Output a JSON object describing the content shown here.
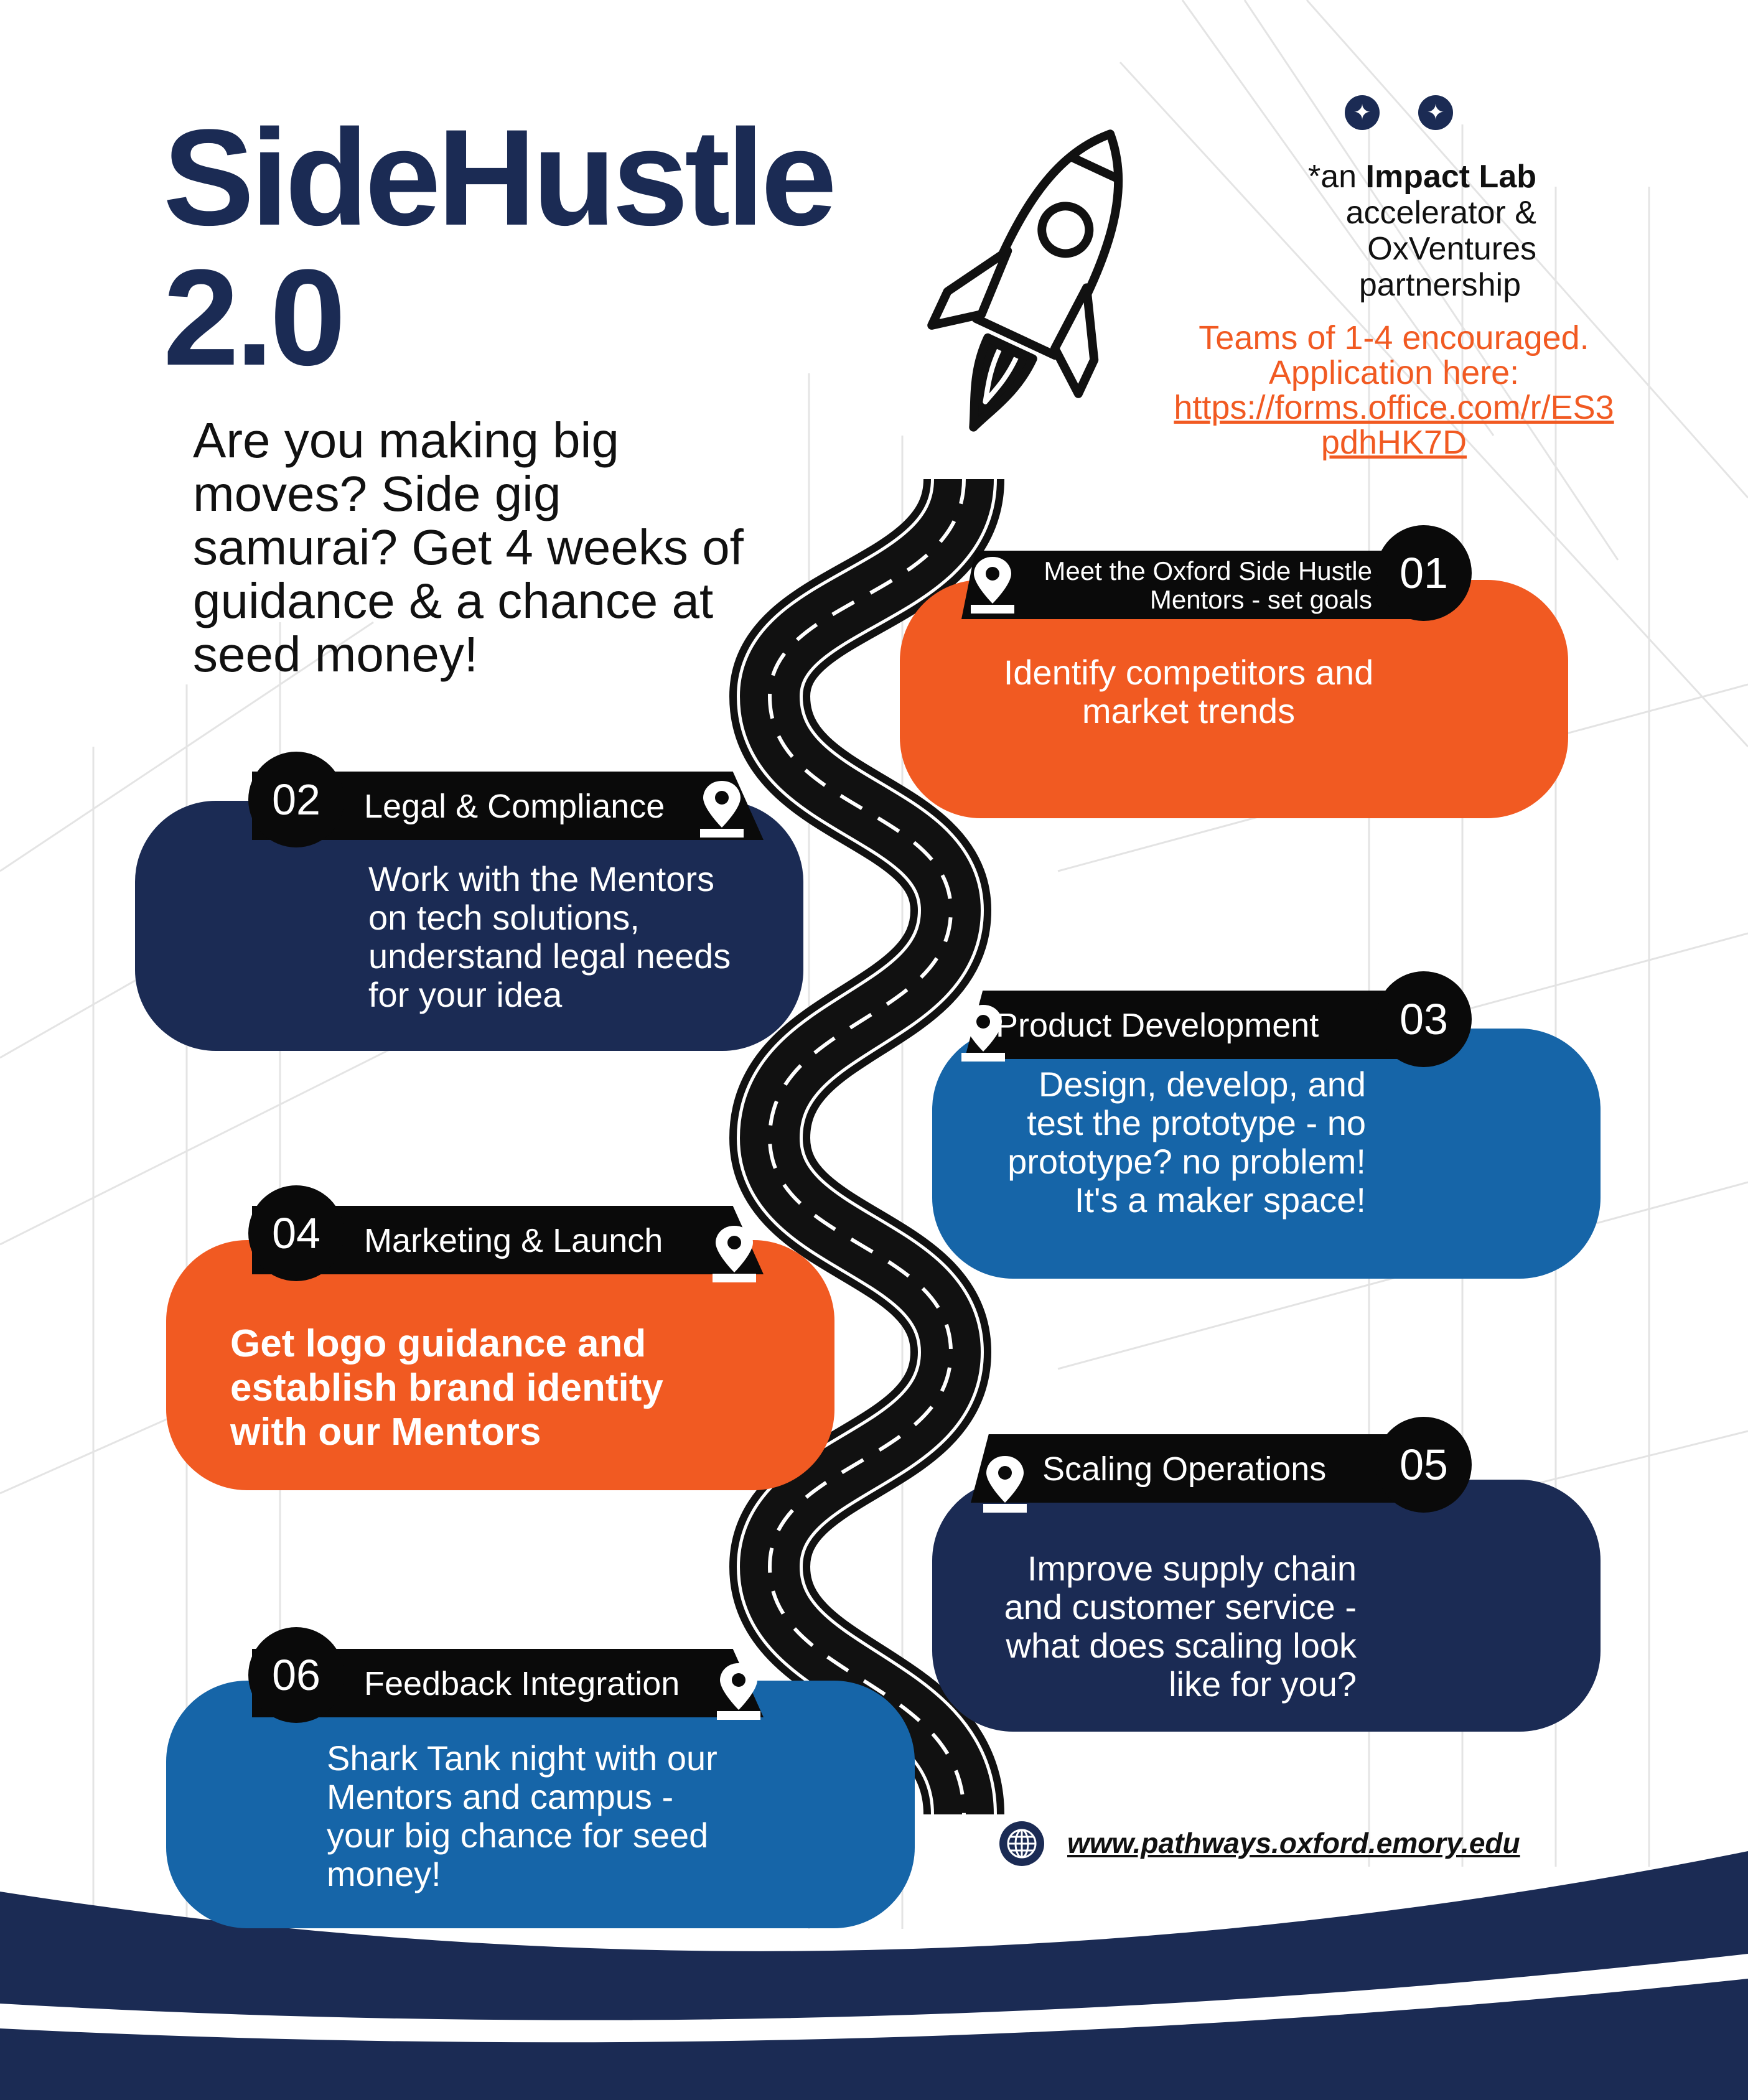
{
  "header": {
    "title_line1": "SideHustle",
    "title_line2": "2.0",
    "intro": "Are you making big moves? Side gig samurai? Get 4 weeks of guidance & a chance at seed money!"
  },
  "partner": {
    "prefix": "*an ",
    "bold": "Impact Lab",
    "line2": "accelerator &",
    "line3": "OxVentures",
    "line4": "partnership"
  },
  "apply": {
    "line1": "Teams of 1-4 encouraged.",
    "line2": "Application here:",
    "link": "https://forms.office.com/r/ES3pdhHK7D"
  },
  "steps": [
    {
      "num": "01",
      "label1": "Meet the Oxford Side Hustle",
      "label2": "Mentors - set goals",
      "body": "Identify competitors and market trends",
      "color": "#f15a22"
    },
    {
      "num": "02",
      "label": "Legal & Compliance",
      "body": "Work with the Mentors on tech solutions, understand legal needs for your idea",
      "color": "#1b2b54"
    },
    {
      "num": "03",
      "label": "Product Development",
      "body": "Design, develop, and test the prototype - no prototype? no problem! It's a maker space!",
      "color": "#1665a8"
    },
    {
      "num": "04",
      "label": "Marketing & Launch",
      "body": "Get logo guidance and establish brand identity with our Mentors",
      "color": "#f15a22"
    },
    {
      "num": "05",
      "label": "Scaling Operations",
      "body": "Improve supply chain and customer service - what does scaling look like for you?",
      "color": "#1b2b54"
    },
    {
      "num": "06",
      "label": "Feedback Integration",
      "body": "Shark Tank night with our Mentors and campus - your big chance for seed money!",
      "color": "#1665a8"
    }
  ],
  "footer": {
    "website": "www.pathways.oxford.emory.edu"
  },
  "colors": {
    "navy": "#1b2b54",
    "orange": "#f15a22",
    "blue": "#1665a8"
  }
}
